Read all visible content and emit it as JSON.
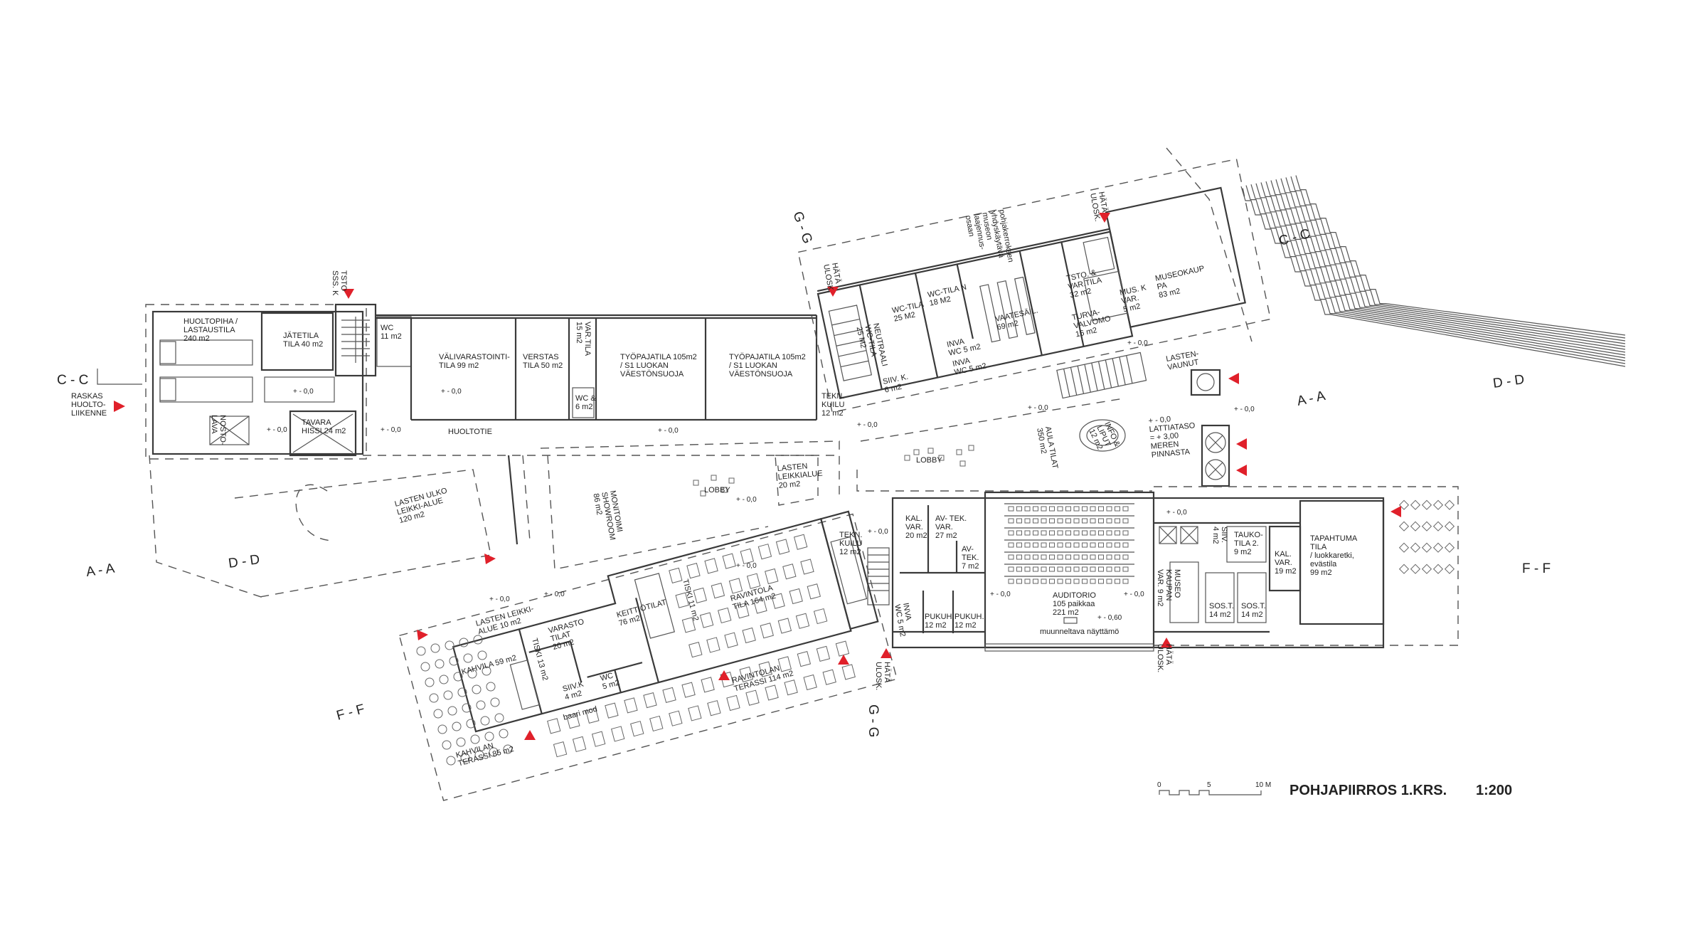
{
  "title": "POHJAPIIRROS 1.KRS.",
  "scale": "1:200",
  "scale_bar": {
    "t0": "0",
    "t5": "5",
    "t10": "10 M"
  },
  "colors": {
    "exit_marker": "#e0202a",
    "line": "#3a3a3a"
  },
  "sections": {
    "cc_left": "C - C",
    "aa_left": "A - A",
    "dd_left": "D - D",
    "ff_left": "F - F",
    "gg_top": "G - G",
    "gg_bottom": "G - G",
    "cc_right": "C - C",
    "aa_right": "A - A",
    "dd_right": "D - D",
    "ff_right": "F - F"
  },
  "rooms": {
    "raskas": [
      "RASKAS",
      "HUOLTO-",
      "LIIKENNE"
    ],
    "huoltopiha": [
      "HUOLTOPIHA /",
      "LASTAUSTILA",
      "240 m2"
    ],
    "jatetila": [
      "JÄTETILA",
      "TILA 40 m2"
    ],
    "tsto": [
      "TSTO",
      "SSS. K"
    ],
    "wc11": [
      "WC",
      "11 m2"
    ],
    "valivarasto": [
      "VÄLIVARASTOINTI-",
      "TILA 99 m2"
    ],
    "verstas": [
      "VERSTAS",
      "TILA 50 m2"
    ],
    "vartila": [
      "VAR.TILA",
      "15 m2"
    ],
    "wc6": [
      "WC &",
      "6 m2"
    ],
    "tyopaja1": [
      "TYÖPAJATILA  105m2",
      "/ S1 LUOKAN",
      "VÄESTÖNSUOJA"
    ],
    "tyopaja2": [
      "TYÖPAJATILA  105m2",
      "/ S1 LUOKAN",
      "VÄESTÖNSUOJA"
    ],
    "nostolava": [
      "NOSTO-",
      "LAVA"
    ],
    "tavarahissi": [
      "TAVARA",
      "HISSI 24 m2"
    ],
    "huoltotie": [
      "HUOLTOTIE"
    ],
    "ulkoleikki": [
      "LASTEN ULKO",
      "LEIKKI-ALUE",
      "120 m2"
    ],
    "showroom": [
      "MONITOIMI",
      "SHOWROOM",
      "86 m2"
    ],
    "lobby1": [
      "LOBBY"
    ],
    "leikkialue20": [
      "LASTEN",
      "LEIKKIALUE",
      "20 m2"
    ],
    "hata_g": [
      "HÄTÄ",
      "ULOSK."
    ],
    "neutraali": [
      "NEUTRAALI",
      "WC-TILA",
      "25 M2"
    ],
    "wc25": [
      "WC-TILA",
      "25 M2"
    ],
    "wc18": [
      "WC-TILA N",
      "18 M2"
    ],
    "siivk6": [
      "SIIV. K.",
      "6 m2"
    ],
    "tekn1": [
      "TEKN.",
      "KUILU",
      "12 m2"
    ],
    "inva1": [
      "INVA",
      "WC 5 m2"
    ],
    "inva2": [
      "INVA",
      "WC 5 m2"
    ],
    "vaatesail": [
      "VAATESÄIL.",
      "69 m2"
    ],
    "note": [
      "pohjakerroksen",
      "yhdyskäytävä",
      "museon",
      "laajennus-",
      "osaan"
    ],
    "tstovar": [
      "TSTO. &",
      "VAR.TILA",
      "32 m2"
    ],
    "turva": [
      "TURVA-",
      "VALVOMO",
      "16 m2"
    ],
    "musk": [
      "MUS. K",
      "VAR.",
      "5 m2"
    ],
    "museokauppa": [
      "MUSEOKAUP",
      "PA",
      "83 m2"
    ],
    "hata_top": [
      "HÄTÄ",
      "ULOSK."
    ],
    "lastenvaunut": [
      "LASTEN-",
      "VAUNUT"
    ],
    "lobby2": [
      "LOBBY"
    ],
    "aula": [
      "AULA TILAT",
      "350 m2"
    ],
    "info": [
      "INFO &",
      "LIPUT",
      "12 m2"
    ],
    "lattia": [
      "+ - 0,0",
      "LATTIATASO",
      "= + 3,00",
      "MEREN",
      "PINNASTA"
    ],
    "tekn2": [
      "TEKN.",
      "KUILU",
      "12 m2"
    ],
    "kalvar20": [
      "KAL.",
      "VAR.",
      "20 m2"
    ],
    "avtek27": [
      "AV- TEK.",
      "VAR.",
      "27 m2"
    ],
    "avtek7": [
      "AV-",
      "TEK.",
      "7 m2"
    ],
    "inva3": [
      "INVA",
      "WC 5 m2"
    ],
    "pukuh1": [
      "PUKUH.",
      "12 m2"
    ],
    "pukuh2": [
      "PUKUH.",
      "12 m2"
    ],
    "auditorio": [
      "AUDITORIO",
      "105 paikkaa",
      "221 m2"
    ],
    "nayttamo": [
      "muunneltava näyttämö"
    ],
    "museovar": [
      "MUSEO",
      "KAUPAN",
      "VAR. 9 m2"
    ],
    "siiv4": [
      "SIIV.",
      "4 m2"
    ],
    "tauko": [
      "TAUKO-",
      "TILA 2.",
      "9 m2"
    ],
    "sost1": [
      "SOS.T.",
      "14 m2"
    ],
    "sost2": [
      "SOS.T.",
      "14 m2"
    ],
    "kalvar19": [
      "KAL.",
      "VAR.",
      "19 m2"
    ],
    "tapahtuma": [
      "TAPAHTUMA",
      "TILA",
      "/ luokkaretki,",
      "evästila",
      "99 m2"
    ],
    "hata_a": [
      "HÄTÄ",
      "ULOSK."
    ],
    "hata_b": [
      "HÄTÄ",
      "ULOSK."
    ],
    "ravintola": [
      "RAVINTOLA",
      "TILA 164 m2"
    ],
    "tiski11": [
      "TISKI 11 m2"
    ],
    "keittio": [
      "KEITTIÖTILAT",
      "76 m2"
    ],
    "varasto": [
      "VARASTO",
      "TILAT",
      "20 m2"
    ],
    "tiski13": [
      "TISKI 13 m2"
    ],
    "leikki10": [
      "LASTEN LEIKKI-",
      "ALUE 10 m2"
    ],
    "kahvila": [
      "KAHVILA 59 m2"
    ],
    "siivk4": [
      "SIIV.K",
      "4 m2"
    ],
    "wc5": [
      "WC",
      "5 m2"
    ],
    "baari": [
      "baari mod"
    ],
    "ravterassi": [
      "RAVINTOLAN",
      "TERASSI 114 m2"
    ],
    "kahvterassi": [
      "KAHVILAN",
      "TERASSI 85 m2"
    ]
  },
  "level": "+ - 0,0",
  "level_stage": "+ - 0,60"
}
